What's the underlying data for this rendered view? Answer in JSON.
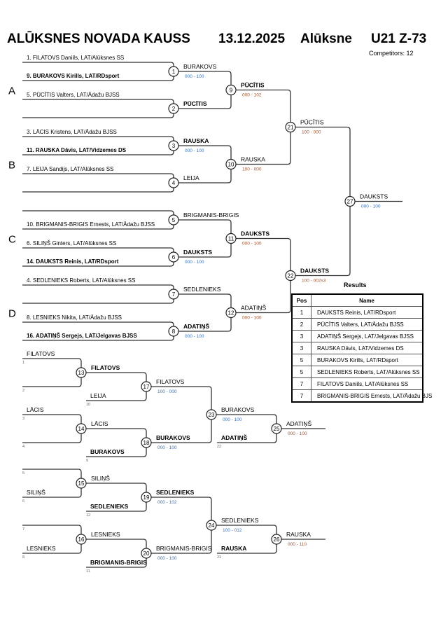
{
  "header": {
    "title": "ALŪKSNES NOVADA KAUSS",
    "date": "13.12.2025",
    "place": "Alūksne",
    "category": "U21 Z-73",
    "competitors": "Competitors: 12"
  },
  "colors": {
    "score_blue": "#3a6fb5",
    "score_brown": "#a0522d",
    "line": "#333333"
  },
  "pools": [
    "A",
    "B",
    "C",
    "D"
  ],
  "main_bracket": {
    "players": [
      "1. FILATOVS Daniils, LAT/Alūksnes SS",
      "9. BURAKOVS Kirills, LAT/RDsport",
      "5. PŪCĪTIS Valters, LAT/Ādažu BJSS",
      "",
      "3. LĀCIS Kristens, LAT/Ādažu BJSS",
      "11. RAUSKA Dāvis, LAT/Vidzemes DS",
      "7. LEIJA Sandijs, LAT/Alūksnes SS",
      "",
      "",
      "10. BRIGMANIS-BRIGIS Ernests, LAT/Ādažu BJSS",
      "6. SILIŅŠ Ginters, LAT/Alūksnes SS",
      "14. DAUKSTS Reinis, LAT/RDsport",
      "4. SEDLENIEKS Roberts, LAT/Alūksnes SS",
      "",
      "8. LESNIEKS Nikita, LAT/Ādažu BJSS",
      "16. ADATIŅŠ Sergejs, LAT/Jelgavas BJSS"
    ]
  },
  "matches": {
    "1": {
      "no": "1",
      "winner": "BURAKOVS",
      "score": "000 - 100",
      "score_color": "blue"
    },
    "2": {
      "no": "2",
      "winner": "PŪCĪTIS",
      "score": ""
    },
    "3": {
      "no": "3",
      "winner": "RAUSKA",
      "score": "000 - 100",
      "score_color": "blue"
    },
    "4": {
      "no": "4",
      "winner": "LEIJA",
      "score": ""
    },
    "5": {
      "no": "5",
      "winner": "BRIGMANIS-BRIGIS",
      "score": ""
    },
    "6": {
      "no": "6",
      "winner": "DAUKSTS",
      "score": "000 - 100",
      "score_color": "blue"
    },
    "7": {
      "no": "7",
      "winner": "SEDLENIEKS",
      "score": ""
    },
    "8": {
      "no": "8",
      "winner": "ADATIŅŠ",
      "score": "000 - 100",
      "score_color": "blue"
    },
    "9": {
      "no": "9",
      "winner": "PŪCĪTIS",
      "score": "000 - 102",
      "score_color": "brown"
    },
    "10": {
      "no": "10",
      "winner": "RAUSKA",
      "score": "100 - 000",
      "score_color": "brown"
    },
    "11": {
      "no": "11",
      "winner": "DAUKSTS",
      "score": "000 - 100",
      "score_color": "brown"
    },
    "12": {
      "no": "12",
      "winner": "ADATIŅŠ",
      "score": "000 - 100",
      "score_color": "brown"
    },
    "21": {
      "no": "21",
      "winner": "PŪCĪTIS",
      "score": "100 - 000",
      "score_color": "brown"
    },
    "22": {
      "no": "22",
      "winner": "DAUKSTS",
      "score": "100 - 002s3",
      "score_color": "brown"
    },
    "27": {
      "no": "27",
      "winner": "DAUKSTS",
      "score": "000 - 100",
      "score_color": "blue"
    },
    "13": {
      "no": "13",
      "winner": "FILATOVS",
      "score": ""
    },
    "14": {
      "no": "14",
      "winner": "LĀCIS",
      "score": ""
    },
    "17": {
      "no": "17",
      "winner": "FILATOVS",
      "score": "100 - 000",
      "score_color": "blue"
    },
    "18": {
      "no": "18",
      "winner": "BURAKOVS",
      "score": "000 - 100",
      "score_color": "blue"
    },
    "23": {
      "no": "23",
      "winner": "BURAKOVS",
      "score": "000 - 100",
      "score_color": "blue"
    },
    "25": {
      "no": "25",
      "winner": "ADATIŅŠ",
      "score": "000 - 100",
      "score_color": "brown"
    },
    "15": {
      "no": "15",
      "winner": "SILIŅŠ",
      "score": ""
    },
    "16": {
      "no": "16",
      "winner": "LESNIEKS",
      "score": ""
    },
    "19": {
      "no": "19",
      "winner": "SEDLENIEKS",
      "score": "000 - 102",
      "score_color": "blue"
    },
    "20": {
      "no": "20",
      "winner": "BRIGMANIS-BRIGIS",
      "score": "000 - 100",
      "score_color": "blue"
    },
    "24": {
      "no": "24",
      "winner": "SEDLENIEKS",
      "score": "100 - 012",
      "score_color": "blue"
    },
    "26": {
      "no": "26",
      "winner": "RAUSKA",
      "score": "000 - 110",
      "score_color": "brown"
    }
  },
  "repechage": {
    "entrants": {
      "13a": {
        "name": "FILATOVS",
        "ref": "1"
      },
      "13b": {
        "name": "",
        "ref": "2"
      },
      "17b": {
        "name": "LEIJA",
        "ref": "10"
      },
      "14a": {
        "name": "LĀCIS",
        "ref": "3"
      },
      "14b": {
        "name": "",
        "ref": "4"
      },
      "18b": {
        "name": "BURAKOVS",
        "ref": "9"
      },
      "25b": {
        "name": "ADATIŅŠ",
        "ref": "22"
      },
      "15a": {
        "name": "",
        "ref": "5"
      },
      "15b": {
        "name": "SILIŅŠ",
        "ref": "6"
      },
      "19b": {
        "name": "SEDLENIEKS",
        "ref": "12"
      },
      "16a": {
        "name": "",
        "ref": "7"
      },
      "16b": {
        "name": "LESNIEKS",
        "ref": "8"
      },
      "20b": {
        "name": "BRIGMANIS-BRIGIS",
        "ref": "11"
      },
      "26b": {
        "name": "RAUSKA",
        "ref": "21"
      }
    }
  },
  "results": {
    "title": "Results",
    "headers": {
      "pos": "Pos",
      "name": "Name"
    },
    "rows": [
      {
        "pos": "1",
        "name": "DAUKSTS Reinis, LAT/RDsport"
      },
      {
        "pos": "2",
        "name": "PŪCĪTIS Valters, LAT/Ādažu BJSS"
      },
      {
        "pos": "3",
        "name": "ADATIŅŠ Sergejs, LAT/Jelgavas BJSS"
      },
      {
        "pos": "3",
        "name": "RAUSKA Dāvis, LAT/Vidzemes DS"
      },
      {
        "pos": "5",
        "name": "BURAKOVS Kirills, LAT/RDsport"
      },
      {
        "pos": "5",
        "name": "SEDLENIEKS Roberts, LAT/Alūksnes SS"
      },
      {
        "pos": "7",
        "name": "FILATOVS Daniils, LAT/Alūksnes SS"
      },
      {
        "pos": "7",
        "name": "BRIGMANIS-BRIGIS Ernests, LAT/Ādažu BJS"
      }
    ]
  }
}
